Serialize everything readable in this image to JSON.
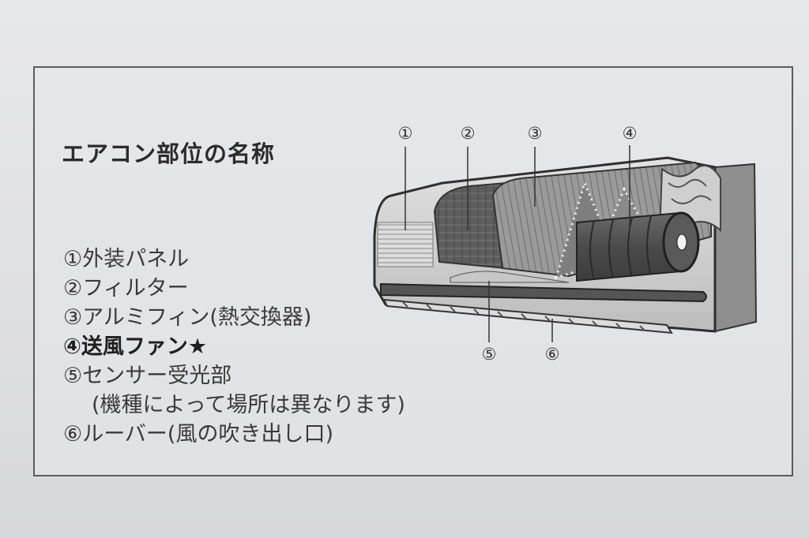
{
  "title": "エアコン部位の名称",
  "legend": [
    {
      "text": "①外装パネル",
      "bold": false
    },
    {
      "text": "②フィルター",
      "bold": false
    },
    {
      "text": "③アルミフィン(熱交換器)",
      "bold": false
    },
    {
      "text": "④送風ファン★",
      "bold": true
    },
    {
      "text": "⑤センサー受光部",
      "bold": false
    },
    {
      "text": "(機種によって場所は異なります)",
      "bold": false
    },
    {
      "text": "⑥ルーバー(風の吹き出し口)",
      "bold": false
    }
  ],
  "callouts": [
    "①",
    "②",
    "③",
    "④",
    "⑤",
    "⑥"
  ]
}
